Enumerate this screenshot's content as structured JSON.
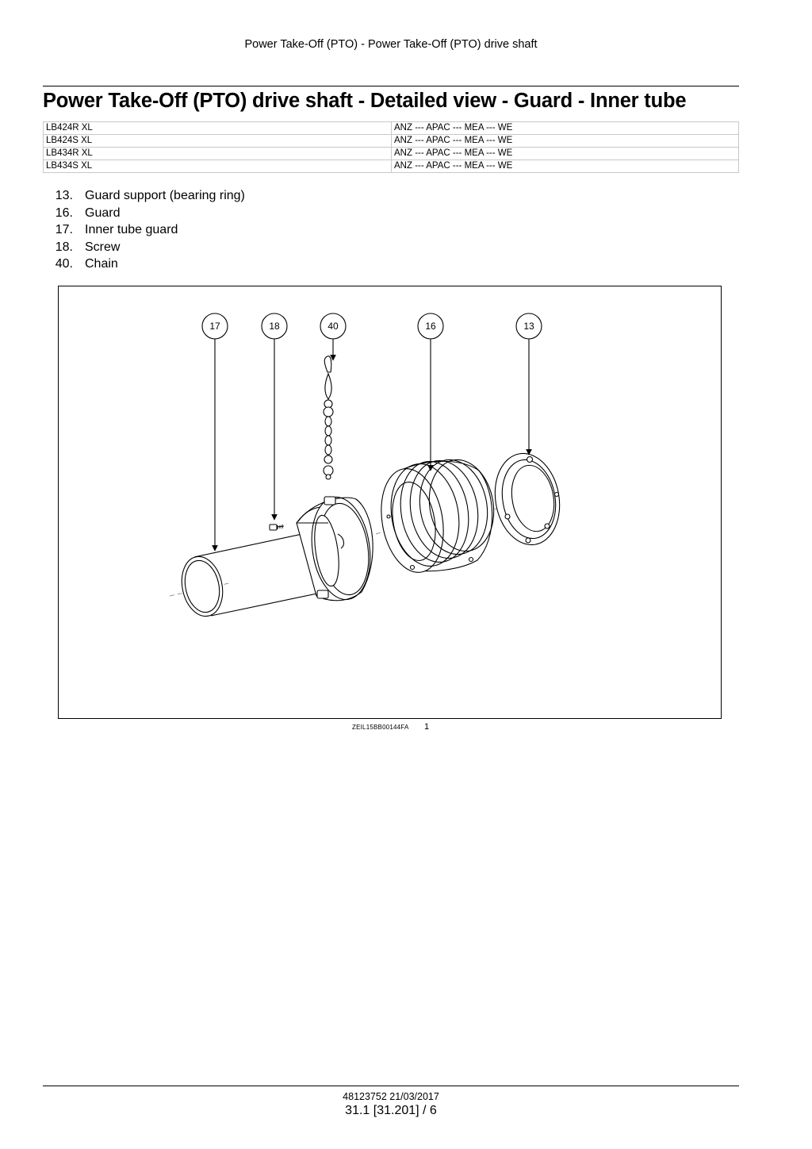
{
  "header": {
    "running_title": "Power Take-Off (PTO) - Power Take-Off (PTO) drive shaft"
  },
  "title": "Power Take-Off (PTO) drive shaft - Detailed view - Guard - Inner tube",
  "models": [
    {
      "model": "LB424R XL",
      "regions": "ANZ --- APAC --- MEA --- WE"
    },
    {
      "model": "LB424S XL",
      "regions": "ANZ --- APAC --- MEA --- WE"
    },
    {
      "model": "LB434R XL",
      "regions": "ANZ --- APAC --- MEA --- WE"
    },
    {
      "model": "LB434S XL",
      "regions": "ANZ --- APAC --- MEA --- WE"
    }
  ],
  "parts": [
    {
      "num": "13.",
      "label": "Guard support (bearing ring)"
    },
    {
      "num": "16.",
      "label": "Guard"
    },
    {
      "num": "17.",
      "label": "Inner tube guard"
    },
    {
      "num": "18.",
      "label": "Screw"
    },
    {
      "num": "40.",
      "label": "Chain"
    }
  ],
  "figure": {
    "callouts": [
      "17",
      "18",
      "40",
      "16",
      "13"
    ],
    "caption": "ZEIL15BB00144FA",
    "number": "1"
  },
  "footer": {
    "doc_id": "48123752 21/03/2017",
    "page": "31.1 [31.201] / 6"
  }
}
